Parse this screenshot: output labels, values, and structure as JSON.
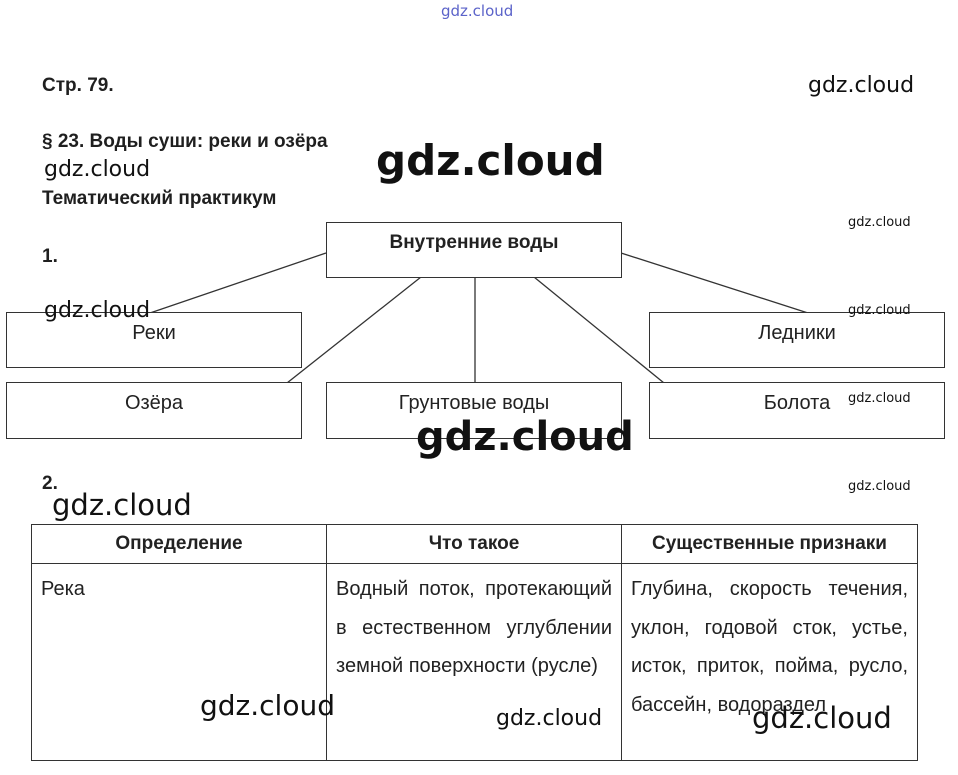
{
  "header": {
    "page_ref": "Стр. 79.",
    "section_title": "§ 23. Воды суши: реки и озёра",
    "subsection": "Тематический практикум"
  },
  "task1": {
    "number": "1.",
    "root": "Внутренние воды",
    "nodes": {
      "rivers": "Реки",
      "glaciers": "Ледники",
      "lakes": "Озёра",
      "groundwater": "Грунтовые воды",
      "swamps": "Болота"
    }
  },
  "task2": {
    "number": "2.",
    "columns": [
      "Определение",
      "Что такое",
      "Существенные признаки"
    ],
    "rows": [
      {
        "term": "Река",
        "what": "Водный поток, протекающий в естественном углублении земной поверхности (русле)",
        "features": "Глубина, скорость течения, уклон, годовой сток, устье, исток, приток, пойма, русло, бассейн, водораздел"
      }
    ]
  },
  "watermark": "gdz.cloud"
}
